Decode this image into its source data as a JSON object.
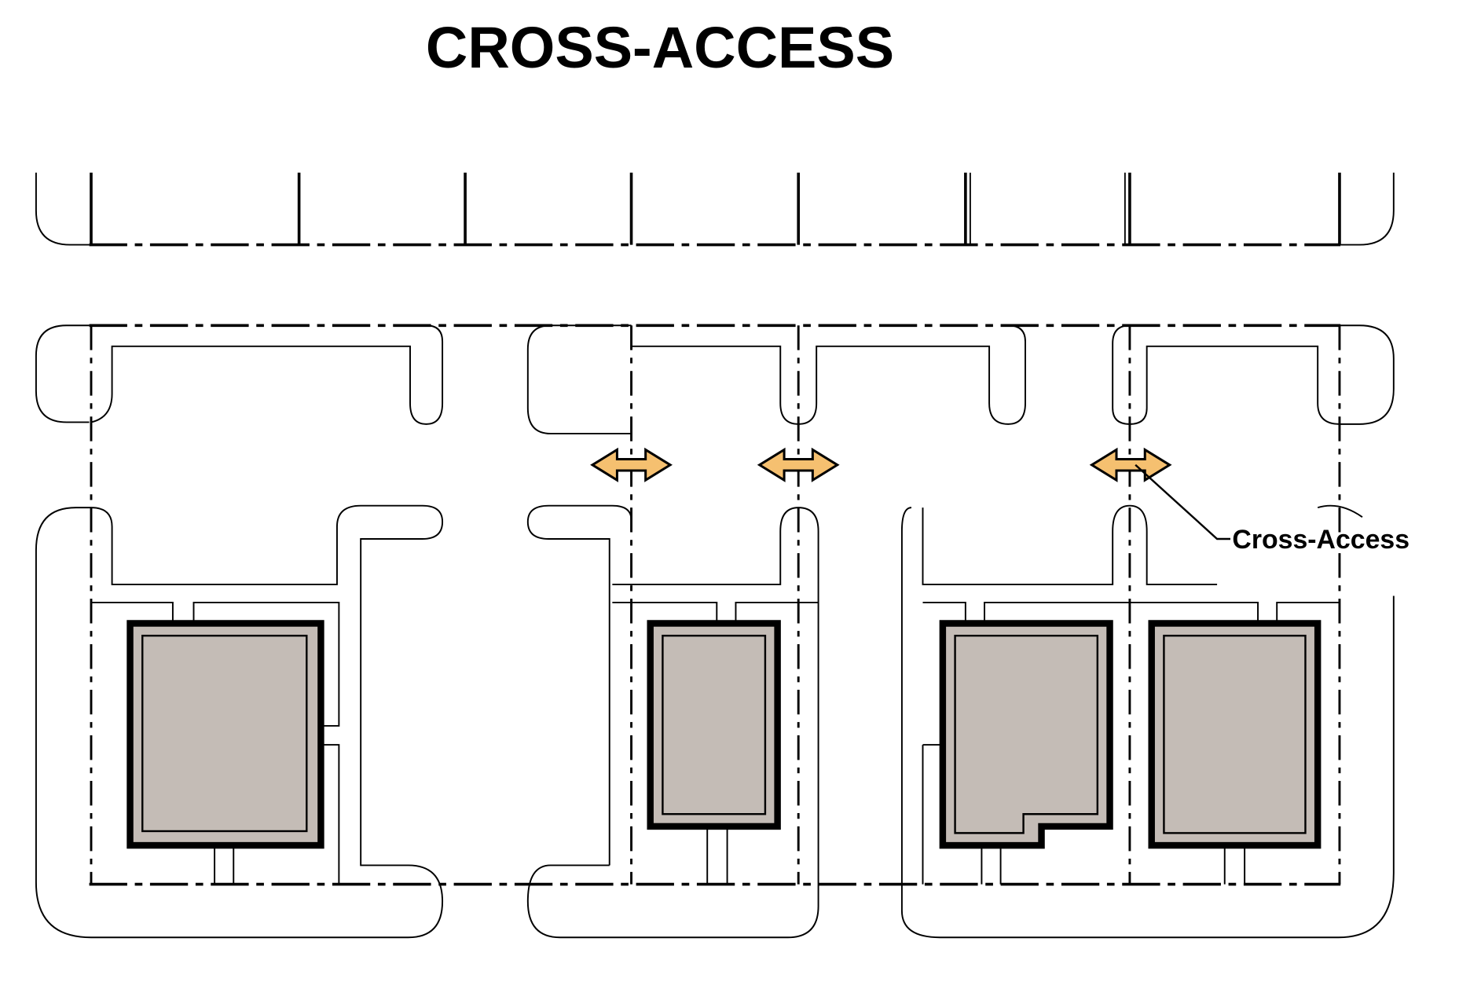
{
  "title": "CROSS-ACCESS",
  "callout_label": "Cross-Access",
  "colors": {
    "arrow_fill": "#f5c070",
    "building_fill": "#c4bcb6",
    "line": "#000000",
    "background": "#ffffff"
  },
  "legend": {
    "arrow_meaning": "Cross-Access",
    "arrow_count": 3
  }
}
